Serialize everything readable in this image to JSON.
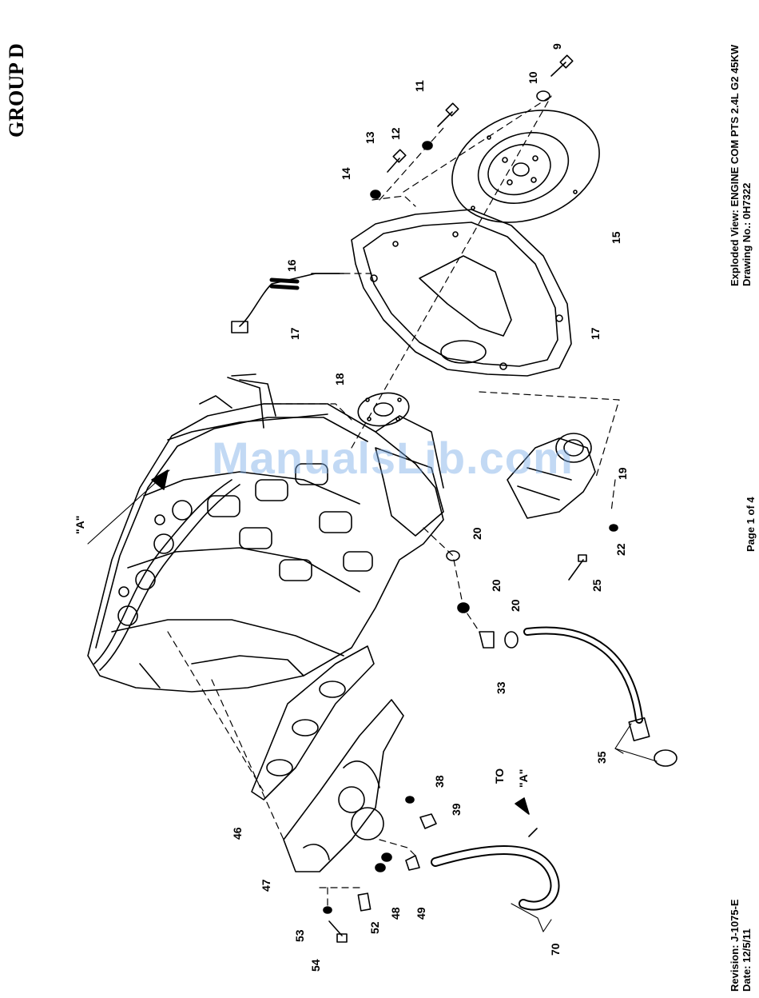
{
  "header": {
    "group": "GROUP D"
  },
  "title_block": {
    "line1": "Exploded View: ENGINE COM PTS 2.4L G2 45KW",
    "line2": "Drawing No.: 0H7322"
  },
  "page_label": "Page 1 of 4",
  "revision": {
    "line1": "Revision: J-1075-E",
    "line2": "Date:  12/5/11"
  },
  "watermark": "ManualsLib.com",
  "annotations": {
    "view_a": "\"A\"",
    "to_a_line1": "TO",
    "to_a_line2": "\"A\""
  },
  "callouts": [
    "9",
    "10",
    "11",
    "12",
    "13",
    "14",
    "15",
    "16",
    "17",
    "17",
    "18",
    "19",
    "20",
    "20",
    "20",
    "22",
    "25",
    "33",
    "35",
    "38",
    "39",
    "46",
    "47",
    "48",
    "49",
    "52",
    "53",
    "54",
    "70"
  ],
  "colors": {
    "ink": "#000000",
    "watermark": "#78aae6"
  }
}
